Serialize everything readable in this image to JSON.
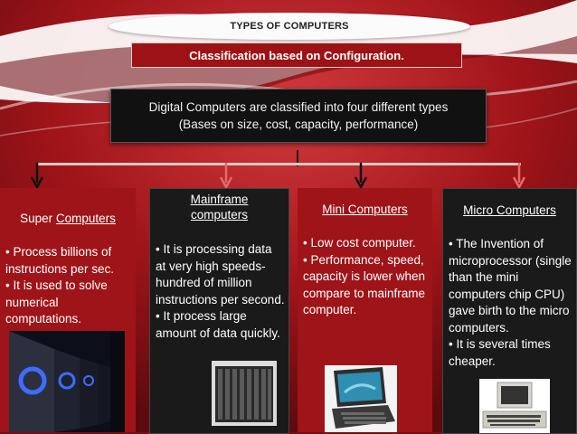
{
  "header": {
    "title": "TYPES OF COMPUTERS",
    "subtitle": "Classification based on Configuration."
  },
  "root": {
    "line1": "Digital Computers are classified into four different types",
    "line2": "(Bases on size, cost, capacity, performance)"
  },
  "colors": {
    "background": "#7a0d12",
    "red_card": "#9e1419",
    "dark_card": "#1a1a1a"
  },
  "cards": [
    {
      "title_part1": "Super",
      "title_part2": "Computers",
      "bullets": [
        "• Process billions of instructions per sec.",
        "• It is used to solve numerical computations."
      ],
      "image": "server-racks-photo"
    },
    {
      "title_line1": "Mainframe",
      "title_line2": "computers",
      "bullets": [
        "• It is processing data at very high speeds-hundred of million instructions per second.",
        "• It process large amount of data quickly."
      ],
      "image": "mainframe-cabinet-photo"
    },
    {
      "title": "Mini Computers",
      "bullets": [
        "• Low cost computer.",
        "• Performance, speed, capacity is lower when compare to mainframe computer."
      ],
      "image": "mini-laptop-photo"
    },
    {
      "title": "Micro Computers",
      "bullets": [
        "• The Invention of microprocessor (single than the mini computers chip CPU) gave birth to the micro computers.",
        "• It is several times cheaper."
      ],
      "image": "vintage-personal-computer-photo"
    }
  ]
}
